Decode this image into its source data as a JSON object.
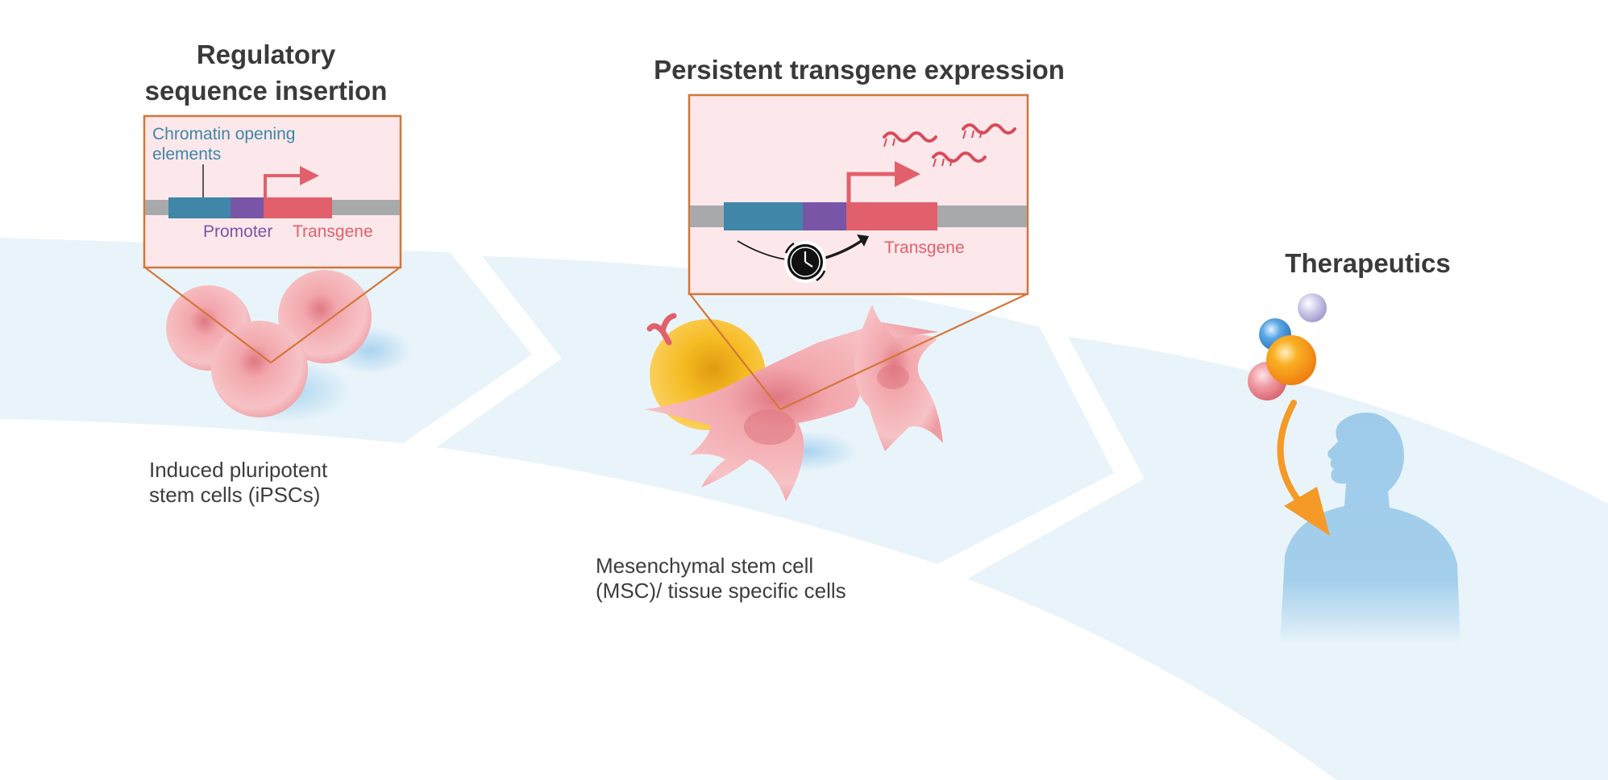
{
  "stage1": {
    "title_line1": "Regulatory",
    "title_line2": "sequence insertion",
    "chromatin_label_line1": "Chromatin opening",
    "chromatin_label_line2": "elements",
    "promoter_label": "Promoter",
    "transgene_label": "Transgene",
    "caption_line1": "Induced pluripotent",
    "caption_line2": "stem cells (iPSCs)"
  },
  "stage2": {
    "title": "Persistent transgene expression",
    "transgene_label": "Transgene",
    "caption_line1": "Mesenchymal stem cell",
    "caption_line2": "(MSC)/ tissue specific cells"
  },
  "stage3": {
    "title": "Therapeutics"
  },
  "colors": {
    "chromatin_element": "#3f86a8",
    "promoter": "#7955a8",
    "transgene": "#e2606c",
    "dna_backbone": "#a7a9ab",
    "inset_border": "#d4753a",
    "inset_fill": "#fce8ea",
    "band": "#e9f4fa",
    "silhouette": "#9ecbea",
    "cell_pink": "#ee9aa1",
    "cell_yellow": "#f4b520",
    "arrow_orange": "#f59a27"
  }
}
